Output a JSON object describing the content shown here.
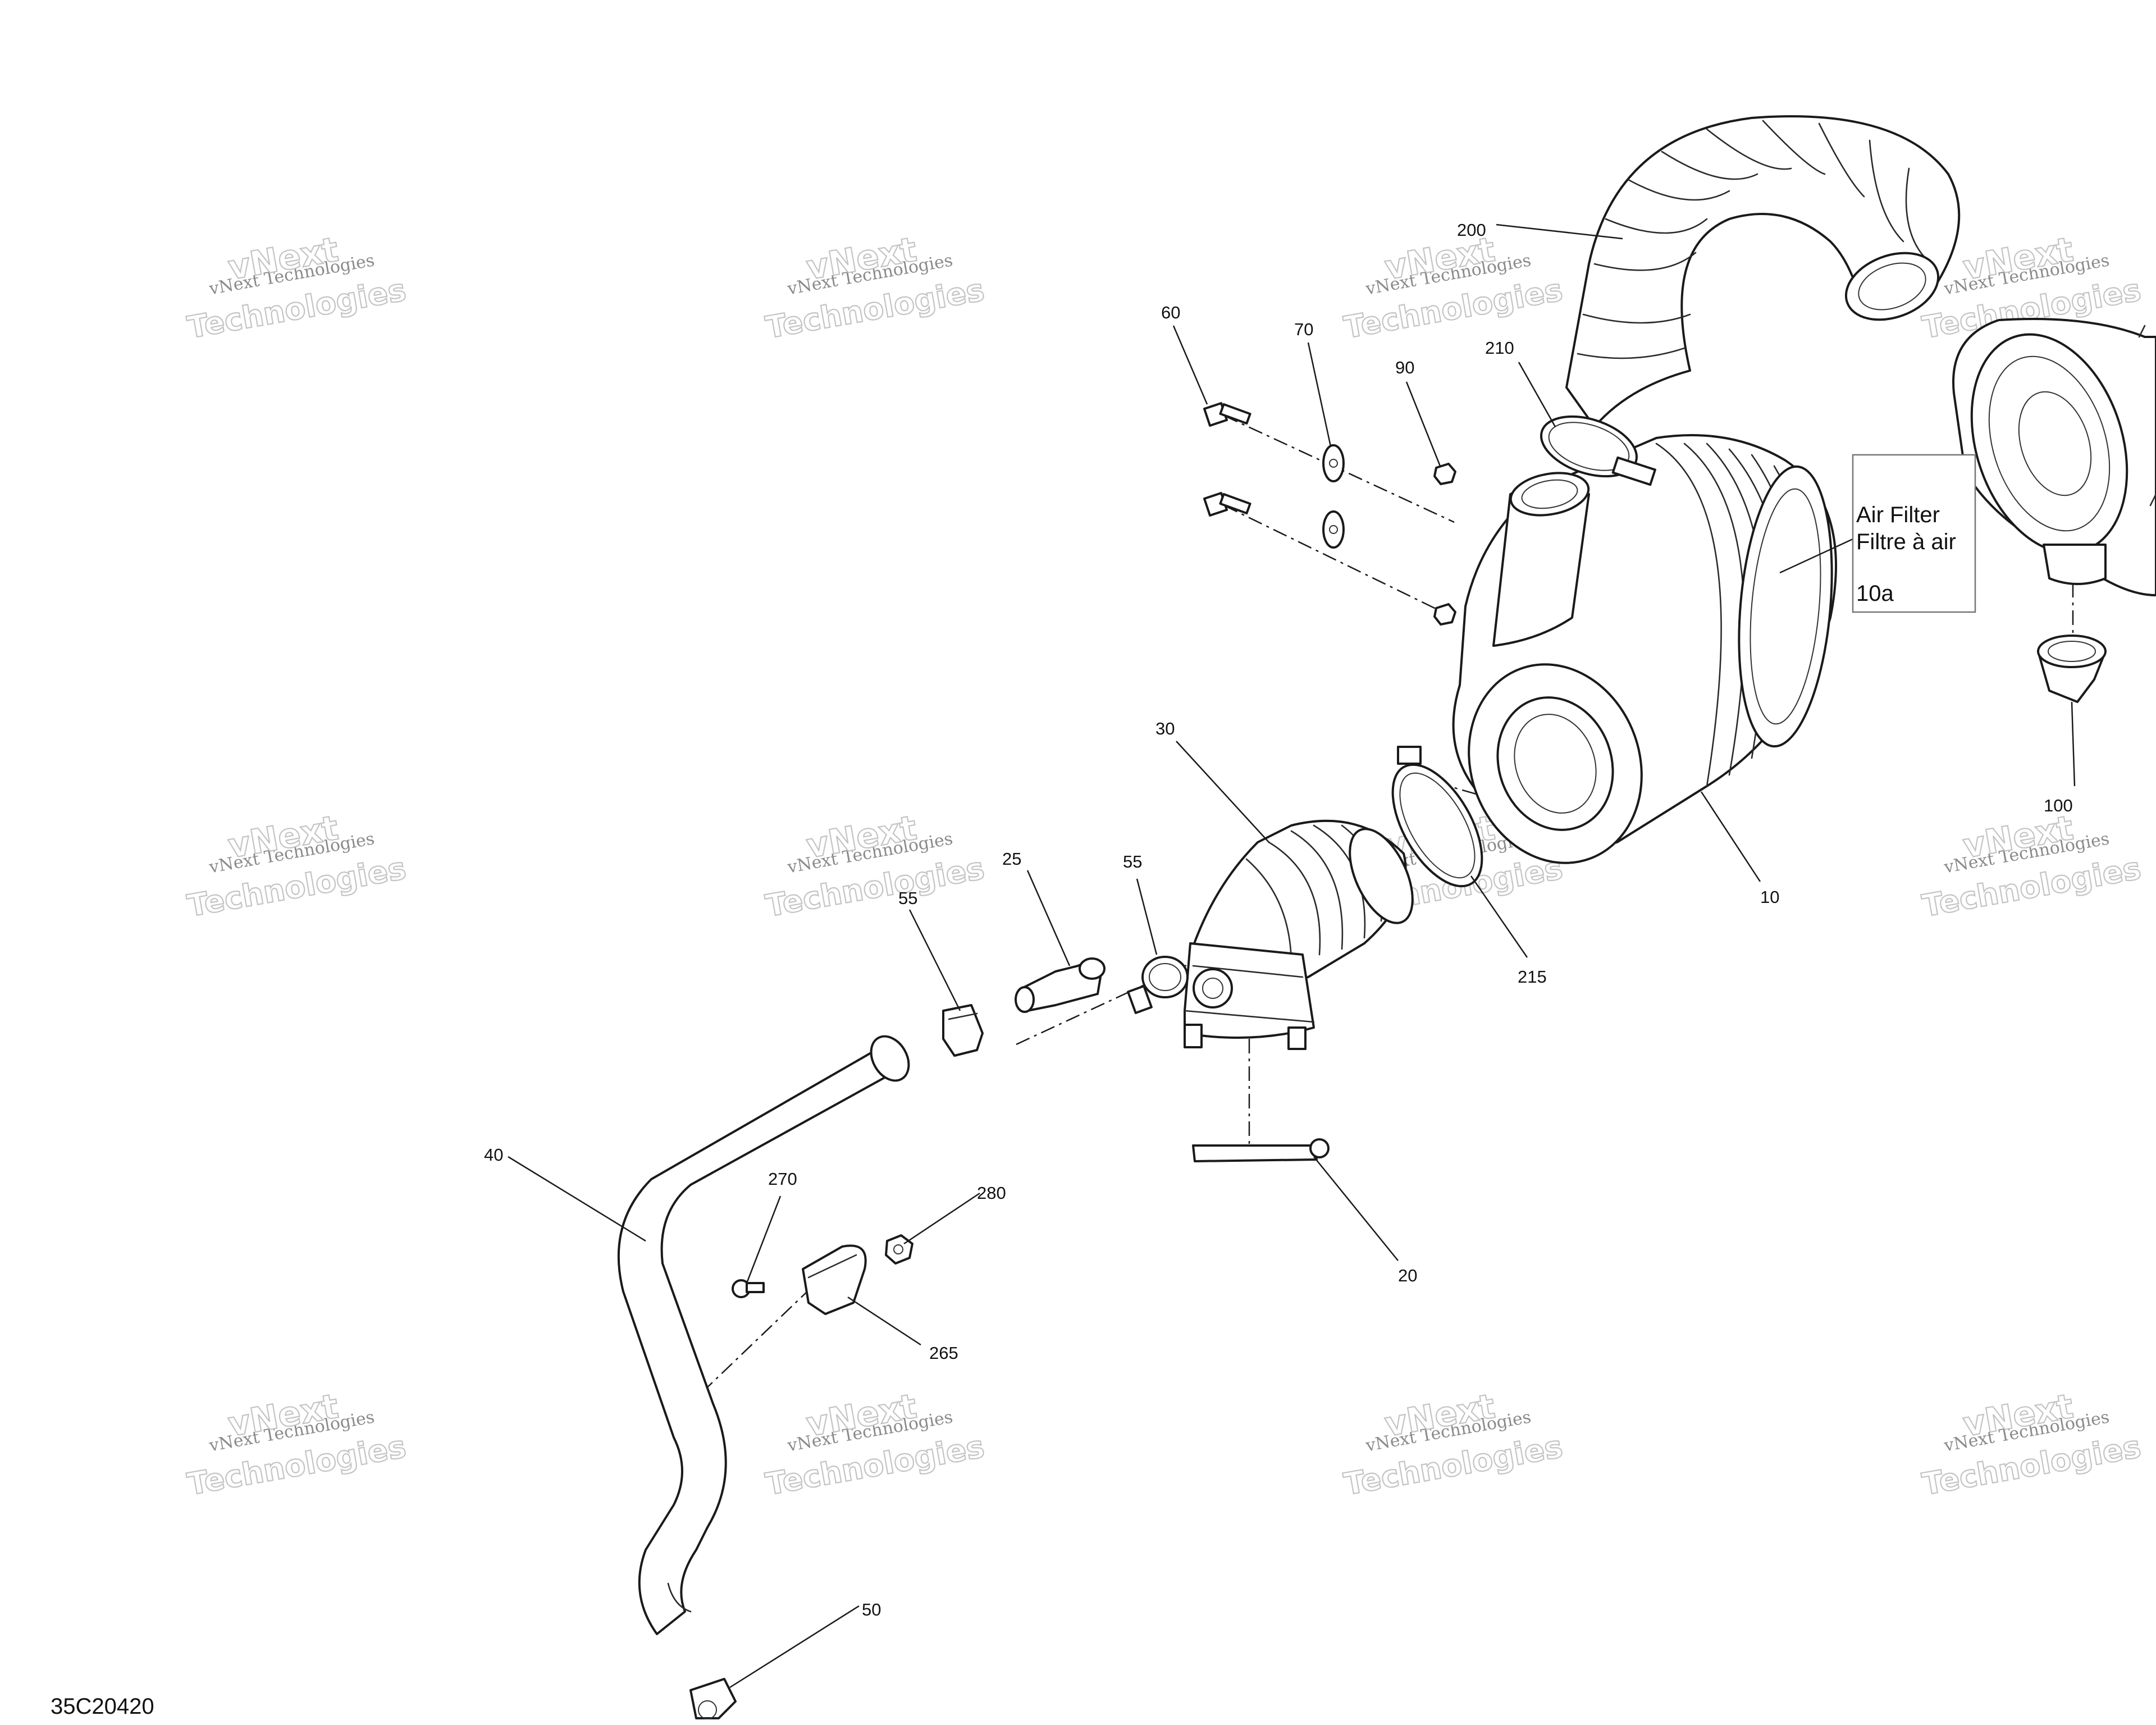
{
  "document_number": "35C20420",
  "label_box": {
    "line1": "Air Filter",
    "line2": "Filtre à air",
    "line3": "10a"
  },
  "watermark": {
    "line1": "vNext Technologies",
    "line2": "vNext",
    "line3": "Technologies"
  },
  "callouts": {
    "c10": "10",
    "c20": "20",
    "c25": "25",
    "c30": "30",
    "c40": "40",
    "c50": "50",
    "c55a": "55",
    "c55b": "55",
    "c60": "60",
    "c70": "70",
    "c90": "90",
    "c100": "100",
    "c200": "200",
    "c210": "210",
    "c215": "215",
    "c265": "265",
    "c270": "270",
    "c280": "280"
  }
}
